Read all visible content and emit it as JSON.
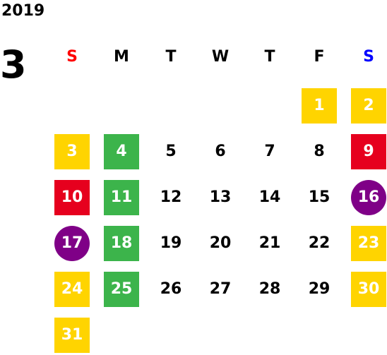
{
  "year": "2019",
  "month": "3",
  "colors": {
    "sunday": "#ff0000",
    "saturday": "#0000ff",
    "yellow": "#ffd400",
    "green": "#3cb44b",
    "red": "#e6001e",
    "purple": "#7f0087"
  },
  "weekdays": [
    {
      "label": "S",
      "color": "#ff0000"
    },
    {
      "label": "M",
      "color": "#000000"
    },
    {
      "label": "T",
      "color": "#000000"
    },
    {
      "label": "W",
      "color": "#000000"
    },
    {
      "label": "T",
      "color": "#000000"
    },
    {
      "label": "F",
      "color": "#000000"
    },
    {
      "label": "S",
      "color": "#0000ff"
    }
  ],
  "first_weekday_index": 5,
  "days": [
    {
      "day": "1",
      "style": "yellow"
    },
    {
      "day": "2",
      "style": "yellow"
    },
    {
      "day": "3",
      "style": "yellow"
    },
    {
      "day": "4",
      "style": "green"
    },
    {
      "day": "5",
      "style": "none"
    },
    {
      "day": "6",
      "style": "none"
    },
    {
      "day": "7",
      "style": "none"
    },
    {
      "day": "8",
      "style": "none"
    },
    {
      "day": "9",
      "style": "red"
    },
    {
      "day": "10",
      "style": "red"
    },
    {
      "day": "11",
      "style": "green"
    },
    {
      "day": "12",
      "style": "none"
    },
    {
      "day": "13",
      "style": "none"
    },
    {
      "day": "14",
      "style": "none"
    },
    {
      "day": "15",
      "style": "none"
    },
    {
      "day": "16",
      "style": "purple"
    },
    {
      "day": "17",
      "style": "purple"
    },
    {
      "day": "18",
      "style": "green"
    },
    {
      "day": "19",
      "style": "none"
    },
    {
      "day": "20",
      "style": "none"
    },
    {
      "day": "21",
      "style": "none"
    },
    {
      "day": "22",
      "style": "none"
    },
    {
      "day": "23",
      "style": "yellow"
    },
    {
      "day": "24",
      "style": "yellow"
    },
    {
      "day": "25",
      "style": "green"
    },
    {
      "day": "26",
      "style": "none"
    },
    {
      "day": "27",
      "style": "none"
    },
    {
      "day": "28",
      "style": "none"
    },
    {
      "day": "29",
      "style": "none"
    },
    {
      "day": "30",
      "style": "yellow"
    },
    {
      "day": "31",
      "style": "yellow"
    }
  ]
}
